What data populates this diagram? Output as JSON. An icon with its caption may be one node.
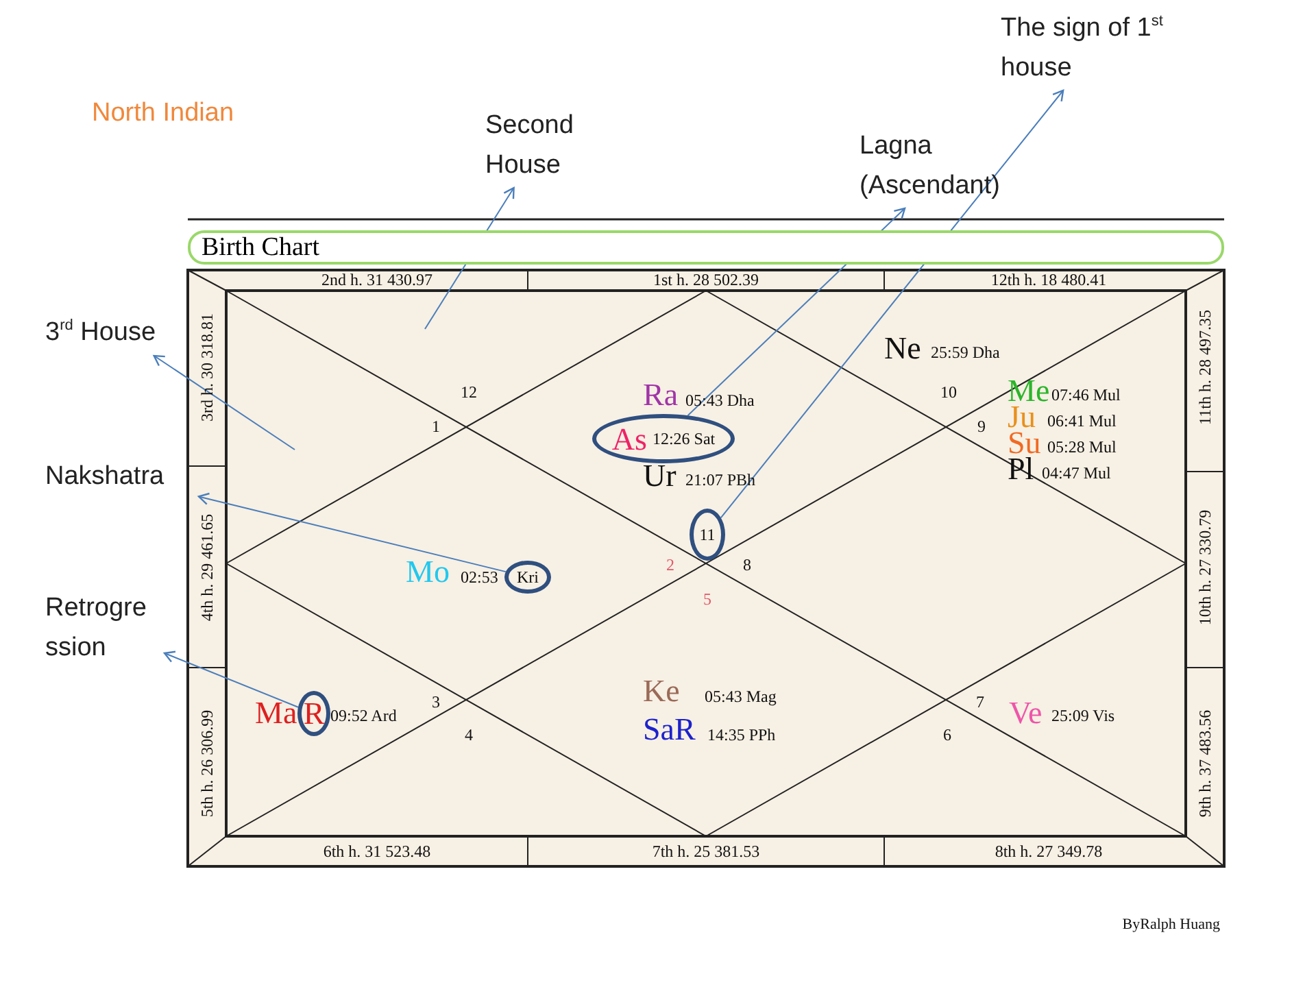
{
  "diagram": {
    "title": "North Indian",
    "nodes": [
      {
        "text": [
          "Birth Chart"
        ]
      },
      {
        "text": [
          "Second House"
        ]
      },
      {
        "text": [
          "Lagna (Ascendant)"
        ]
      },
      {
        "text": [
          "The sign of 1$^{st}$ house"
        ]
      },
      {
        "text": [
          "3$^{rd}$ House"
        ]
      },
      {
        "text": [
          "Nakshatra"
        ]
      },
      {
        "text": [
          "Retrogre ssion"
        ]
      },
      {
        "text": [
          "As",
          "12:26 Sat"
        ]
      },
      {
        "text": [
          "11"
        ]
      },
      {
        "text": [
          "Kri"
        ]
      },
      {
        "text": [
          "R"
        ]
      }
    ],
    "edges": [
      {
        "from": null,
        "to": 1,
        "arrow": "to"
      },
      {
        "from": 7,
        "to": 2,
        "arrow": "to"
      },
      {
        "from": 8,
        "to": 3,
        "arrow": "to"
      },
      {
        "from": null,
        "to": 4,
        "arrow": "to"
      },
      {
        "from": 9,
        "to": 5,
        "arrow": "to"
      },
      {
        "from": 10,
        "to": 6,
        "arrow": "to"
      }
    ],
    "labels": [
      "2nd h. 31 430.97",
      "1st h. 28 502.39",
      "12th h. 18 480.41",
      "3rd h. 30 318.81",
      "11th h. 28 497.35",
      "Ne",
      "25:59 Dha",
      "12",
      "10",
      "Ra",
      "05:43 Dha",
      "Me",
      "07:46 Mul",
      "1",
      "Ju",
      "06:41 Mul",
      "9",
      "Su",
      "05:28 Mul",
      "Ur",
      "21:07 PBh",
      "Pl",
      "04:47 Mul",
      "4th h. 29 461.65",
      "10th h. 27 330.79",
      "Mo",
      "02:53",
      "2",
      "8",
      "5",
      "Ma",
      "09:52 Ard",
      "3",
      "Ke",
      "05:43 Mag",
      "7",
      "Ve",
      "25:09 Vis",
      "4",
      "SaR",
      "14:35 PPh",
      "6",
      "5th h. 26 306.99",
      "9th h. 37 483.56",
      "6th h. 31 523.48",
      "7th h. 25 381.53",
      "8th h. 27 349.78",
      "ByRalph Huang"
    ]
  }
}
